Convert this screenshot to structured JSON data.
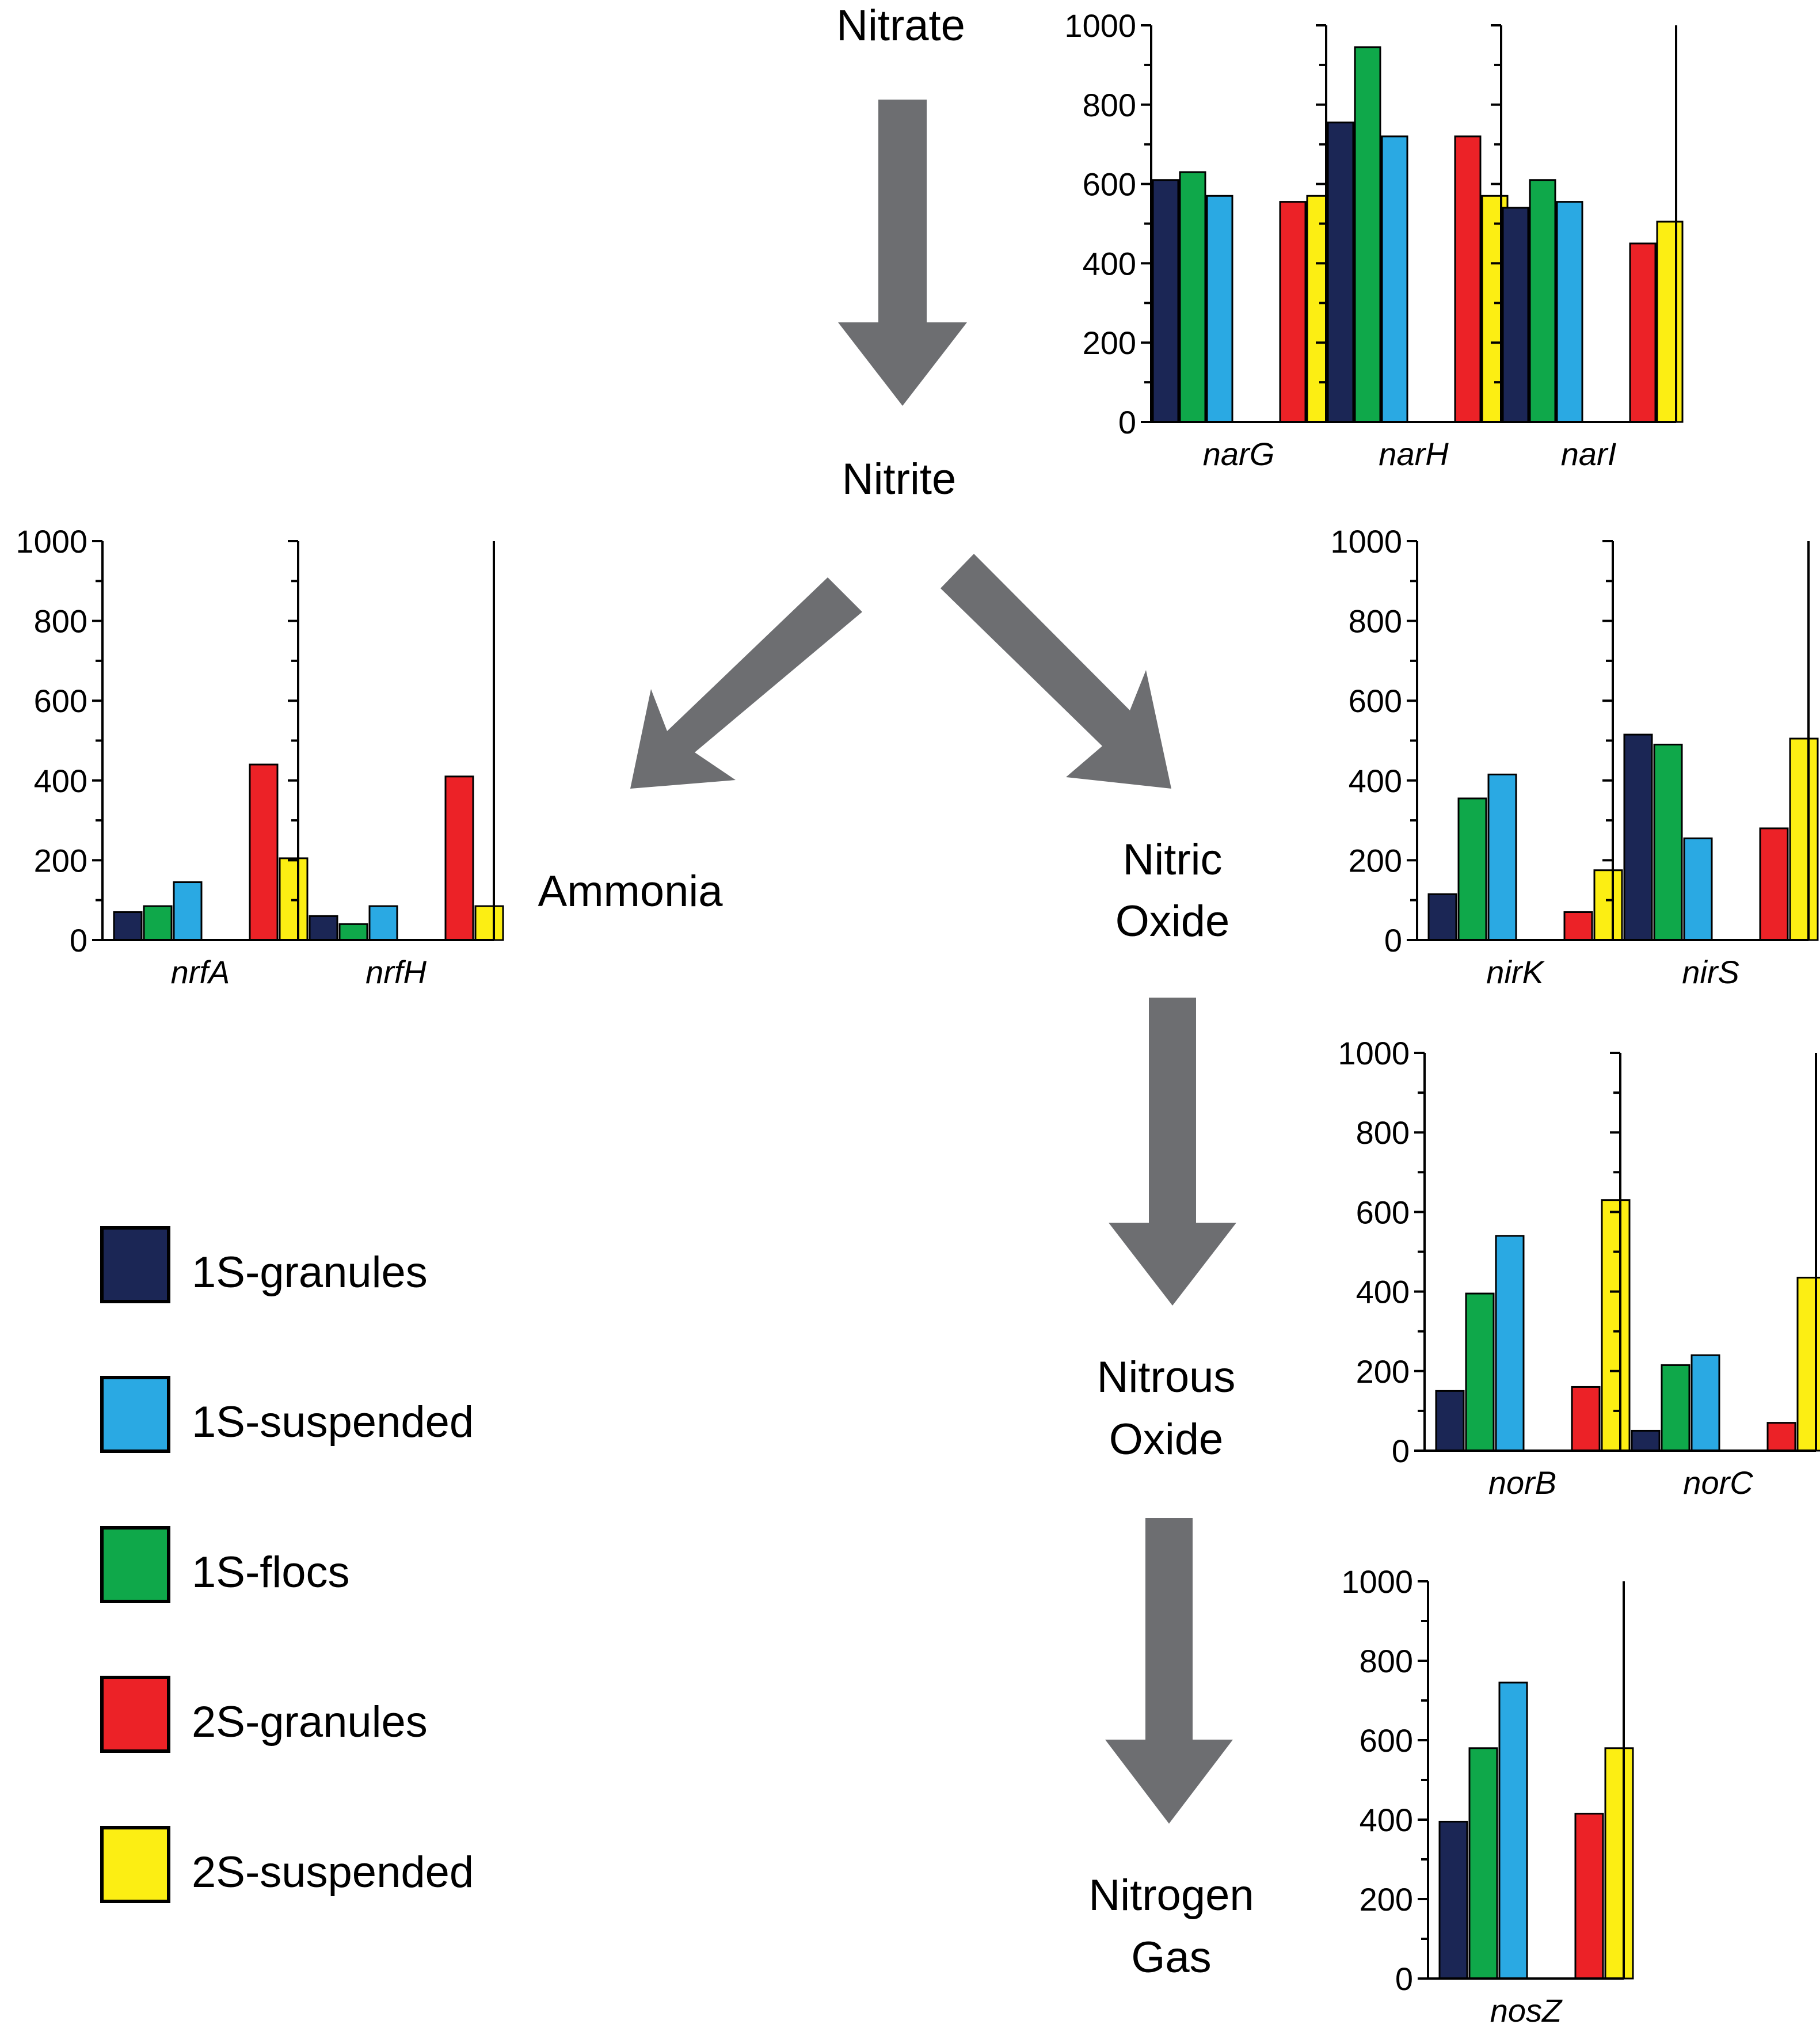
{
  "colors": {
    "arrow": "#6d6e71",
    "axis": "#000000",
    "1S-granules": "#1b2655",
    "1S-flocs": "#0fa84a",
    "1S-suspended": "#2aa9e3",
    "2S-granules": "#ec2227",
    "2S-suspended": "#fcee13"
  },
  "pathway": {
    "nitrate": "Nitrate",
    "nitrite": "Nitrite",
    "ammonia": "Ammonia",
    "nitric_oxide": [
      "Nitric",
      "Oxide"
    ],
    "nitrous_oxide": [
      "Nitrous",
      "Oxide"
    ],
    "nitrogen_gas": [
      "Nitrogen",
      "Gas"
    ]
  },
  "legend": [
    {
      "label": "1S-granules",
      "key": "1S-granules"
    },
    {
      "label": "1S-suspended",
      "key": "1S-suspended"
    },
    {
      "label": "1S-flocs",
      "key": "1S-flocs"
    },
    {
      "label": "2S-granules",
      "key": "2S-granules"
    },
    {
      "label": "2S-suspended",
      "key": "2S-suspended"
    }
  ],
  "chart_data": [
    {
      "type": "bar",
      "id": "nar",
      "ylim": [
        0,
        1000
      ],
      "yticks": [
        "0",
        "200",
        "400",
        "600",
        "800",
        "1000"
      ],
      "bar_order": [
        "1S-granules",
        "1S-flocs",
        "1S-suspended",
        "2S-granules",
        "2S-suspended"
      ],
      "categories": [
        "narG",
        "narH",
        "narI"
      ],
      "series": [
        {
          "name": "1S-granules",
          "values": [
            610,
            755,
            540
          ]
        },
        {
          "name": "1S-flocs",
          "values": [
            630,
            945,
            610
          ]
        },
        {
          "name": "1S-suspended",
          "values": [
            570,
            720,
            555
          ]
        },
        {
          "name": "2S-granules",
          "values": [
            555,
            720,
            450
          ]
        },
        {
          "name": "2S-suspended",
          "values": [
            570,
            570,
            505
          ]
        }
      ]
    },
    {
      "type": "bar",
      "id": "nrf",
      "ylim": [
        0,
        1000
      ],
      "yticks": [
        "0",
        "200",
        "400",
        "600",
        "800",
        "1000"
      ],
      "bar_order": [
        "1S-granules",
        "1S-flocs",
        "1S-suspended",
        "2S-granules",
        "2S-suspended"
      ],
      "categories": [
        "nrfA",
        "nrfH"
      ],
      "series": [
        {
          "name": "1S-granules",
          "values": [
            70,
            60
          ]
        },
        {
          "name": "1S-flocs",
          "values": [
            85,
            40
          ]
        },
        {
          "name": "1S-suspended",
          "values": [
            145,
            85
          ]
        },
        {
          "name": "2S-granules",
          "values": [
            440,
            410
          ]
        },
        {
          "name": "2S-suspended",
          "values": [
            205,
            85
          ]
        }
      ]
    },
    {
      "type": "bar",
      "id": "nir",
      "ylim": [
        0,
        1000
      ],
      "yticks": [
        "0",
        "200",
        "400",
        "600",
        "800",
        "1000"
      ],
      "bar_order": [
        "1S-granules",
        "1S-flocs",
        "1S-suspended",
        "2S-granules",
        "2S-suspended"
      ],
      "categories": [
        "nirK",
        "nirS"
      ],
      "series": [
        {
          "name": "1S-granules",
          "values": [
            115,
            515
          ]
        },
        {
          "name": "1S-flocs",
          "values": [
            355,
            490
          ]
        },
        {
          "name": "1S-suspended",
          "values": [
            415,
            255
          ]
        },
        {
          "name": "2S-granules",
          "values": [
            70,
            280
          ]
        },
        {
          "name": "2S-suspended",
          "values": [
            175,
            505
          ]
        }
      ]
    },
    {
      "type": "bar",
      "id": "nor",
      "ylim": [
        0,
        1000
      ],
      "yticks": [
        "0",
        "200",
        "400",
        "600",
        "800",
        "1000"
      ],
      "bar_order": [
        "1S-granules",
        "1S-flocs",
        "1S-suspended",
        "2S-granules",
        "2S-suspended"
      ],
      "categories": [
        "norB",
        "norC"
      ],
      "series": [
        {
          "name": "1S-granules",
          "values": [
            150,
            50
          ]
        },
        {
          "name": "1S-flocs",
          "values": [
            395,
            215
          ]
        },
        {
          "name": "1S-suspended",
          "values": [
            540,
            240
          ]
        },
        {
          "name": "2S-granules",
          "values": [
            160,
            70
          ]
        },
        {
          "name": "2S-suspended",
          "values": [
            630,
            435
          ]
        }
      ]
    },
    {
      "type": "bar",
      "id": "nos",
      "ylim": [
        0,
        1000
      ],
      "yticks": [
        "0",
        "200",
        "400",
        "600",
        "800",
        "1000"
      ],
      "bar_order": [
        "1S-granules",
        "1S-flocs",
        "1S-suspended",
        "2S-granules",
        "2S-suspended"
      ],
      "categories": [
        "nosZ"
      ],
      "series": [
        {
          "name": "1S-granules",
          "values": [
            395
          ]
        },
        {
          "name": "1S-flocs",
          "values": [
            580
          ]
        },
        {
          "name": "1S-suspended",
          "values": [
            745
          ]
        },
        {
          "name": "2S-granules",
          "values": [
            415
          ]
        },
        {
          "name": "2S-suspended",
          "values": [
            580
          ]
        }
      ]
    }
  ]
}
